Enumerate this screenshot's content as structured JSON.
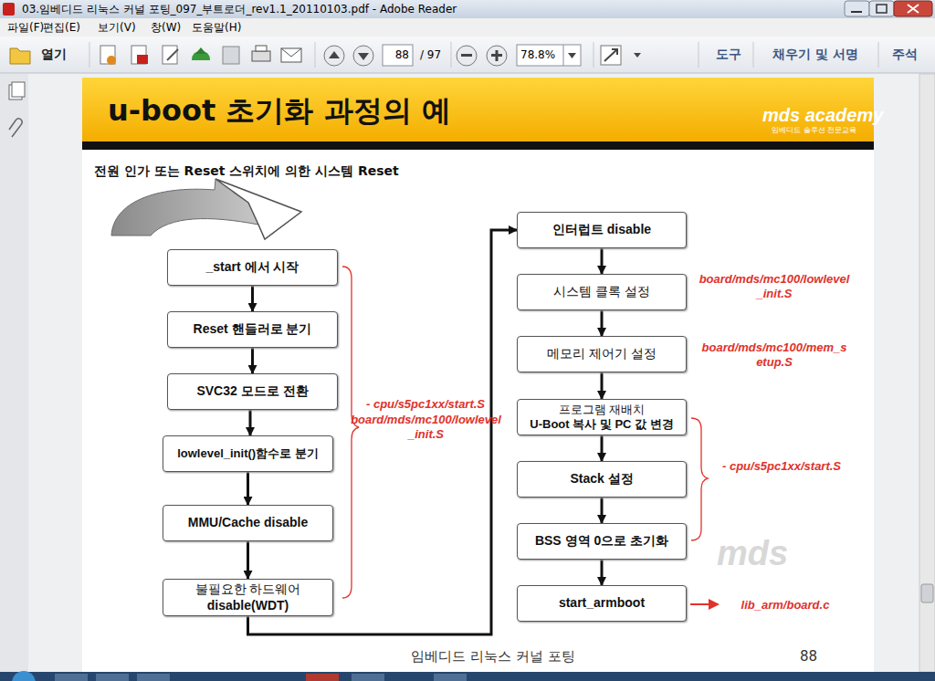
{
  "diagram": {
    "title": "u-boot 초기화 과정의 예",
    "nodes": [
      {
        "text": [
          "_start 에서 시작"
        ]
      },
      {
        "text": [
          "Reset 핸들러로 분기"
        ]
      },
      {
        "text": [
          "SVC32 모드로 전환"
        ]
      },
      {
        "text": [
          "lowlevel_init()함수로 분기"
        ]
      },
      {
        "text": [
          "MMU/Cache disable"
        ]
      },
      {
        "text": [
          "불필요한 하드웨어",
          "disable(WDT)"
        ]
      },
      {
        "text": [
          "인터럽트 disable"
        ]
      },
      {
        "text": [
          "시스템 클록 설정"
        ]
      },
      {
        "text": [
          "메모리 제어기 설정"
        ]
      },
      {
        "text": [
          "프로그램 재배치",
          "U-Boot 복사 및 PC 값 변경"
        ]
      },
      {
        "text": [
          "Stack 설정"
        ]
      },
      {
        "text": [
          "BSS 영역 0으로 초기화"
        ]
      },
      {
        "text": [
          "start_armboot"
        ]
      }
    ],
    "edges": [
      {
        "from": 0,
        "to": 1,
        "arrow": "to"
      },
      {
        "from": 1,
        "to": 2,
        "arrow": "to"
      },
      {
        "from": 2,
        "to": 3,
        "arrow": "to"
      },
      {
        "from": 3,
        "to": 4,
        "arrow": "to"
      },
      {
        "from": 4,
        "to": 5,
        "arrow": "to"
      },
      {
        "from": 5,
        "to": 6,
        "arrow": "to"
      },
      {
        "from": 6,
        "to": 7,
        "arrow": "to"
      },
      {
        "from": 7,
        "to": 8,
        "arrow": "to"
      },
      {
        "from": 8,
        "to": 9,
        "arrow": "to"
      },
      {
        "from": 9,
        "to": 10,
        "arrow": "to"
      },
      {
        "from": 10,
        "to": 11,
        "arrow": "to"
      },
      {
        "from": 11,
        "to": 12,
        "arrow": "to"
      }
    ],
    "labels": [
      "03.임베디드 리눅스 커널 포팅_097_부트로더_rev1.1_20110103.pdf - Adobe Reader",
      "파일(F)",
      "편집(E)",
      "보기(V)",
      "창(W)",
      "도움말(H)",
      "열기",
      "88",
      "/ 97",
      "78.8%",
      "도구",
      "채우기 및 서명",
      "주석",
      "mds academy",
      "임베디드 솔루션 전문교육",
      "전원 인가 또는 Reset 스위치에 의한 시스템 Reset",
      "- cpu/s5pc1xx/start.S",
      "board/mds/mc100/lowlevel_init.S",
      "board/mds/mc100/lowlevel_init.S",
      "board/mds/mc100/mem_setup.S",
      "- cpu/s5pc1xx/start.S",
      "lib_arm/board.c",
      "mds",
      "임베디드 리눅스 커널 포팅",
      "88"
    ]
  }
}
